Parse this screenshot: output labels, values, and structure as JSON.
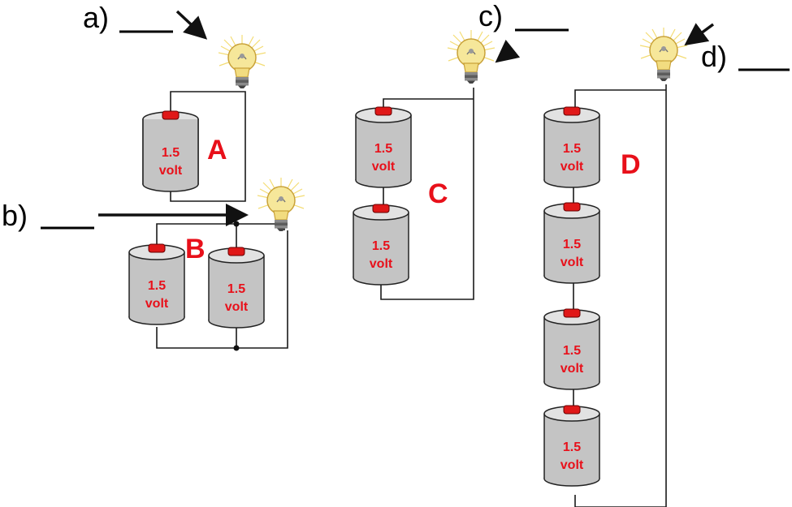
{
  "colors": {
    "label_red": "#e8101a",
    "battery_body": "#c4c4c4",
    "battery_terminal": "#e01818",
    "bulb_glass": "#f6e79a",
    "bulb_glow": "#f5dd6a",
    "wire": "#1a1a1a"
  },
  "questions": {
    "a": {
      "label": "a)",
      "blank": "____"
    },
    "b": {
      "label": "b)",
      "blank": "____"
    },
    "c": {
      "label": "c)",
      "blank": "____"
    },
    "d": {
      "label": "d)",
      "blank": "____"
    }
  },
  "circuits": {
    "A": {
      "letter": "A",
      "batteries": [
        {
          "voltage": "1.5",
          "unit": "volt"
        }
      ]
    },
    "B": {
      "letter": "B",
      "batteries": [
        {
          "voltage": "1.5",
          "unit": "volt"
        },
        {
          "voltage": "1.5",
          "unit": "volt"
        }
      ]
    },
    "C": {
      "letter": "C",
      "batteries": [
        {
          "voltage": "1.5",
          "unit": "volt"
        },
        {
          "voltage": "1.5",
          "unit": "volt"
        }
      ]
    },
    "D": {
      "letter": "D",
      "batteries": [
        {
          "voltage": "1.5",
          "unit": "volt"
        },
        {
          "voltage": "1.5",
          "unit": "volt"
        },
        {
          "voltage": "1.5",
          "unit": "volt"
        },
        {
          "voltage": "1.5",
          "unit": "volt"
        }
      ]
    }
  },
  "icons": {
    "bulb": "light-bulb-icon",
    "battery": "battery-icon",
    "arrow": "arrow-icon"
  }
}
